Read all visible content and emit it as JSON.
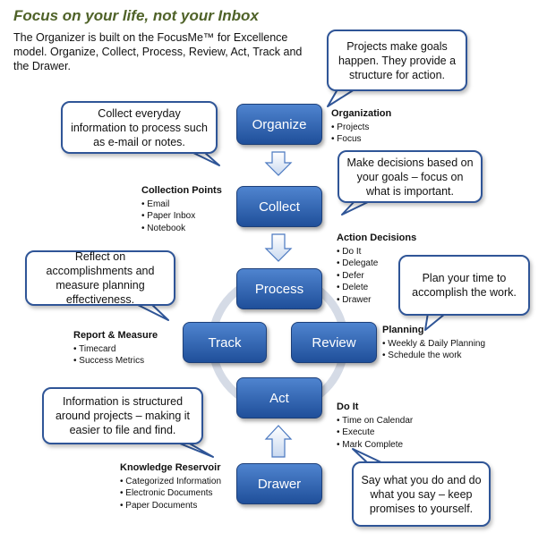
{
  "title": "Focus on your life, not your Inbox",
  "intro": "The Organizer is built on the FocusMe™ for Excellence model.  Organize, Collect, Process, Review, Act, Track and the Drawer.",
  "boxes": {
    "organize": "Organize",
    "collect": "Collect",
    "process": "Process",
    "review": "Review",
    "track": "Track",
    "act": "Act",
    "drawer": "Drawer"
  },
  "labels": {
    "organization": {
      "heading": "Organization",
      "items": [
        "Projects",
        "Focus"
      ]
    },
    "collection_points": {
      "heading": "Collection Points",
      "items": [
        "Email",
        "Paper Inbox",
        "Notebook"
      ]
    },
    "action_decisions": {
      "heading": "Action Decisions",
      "items": [
        "Do It",
        "Delegate",
        "Defer",
        "Delete",
        "Drawer"
      ]
    },
    "planning": {
      "heading": "Planning",
      "items": [
        "Weekly & Daily Planning",
        "Schedule the work"
      ]
    },
    "report_measure": {
      "heading": "Report & Measure",
      "items": [
        "Timecard",
        "Success Metrics"
      ]
    },
    "do_it": {
      "heading": "Do It",
      "items": [
        "Time on Calendar",
        "Execute",
        "Mark Complete"
      ]
    },
    "knowledge_reservoir": {
      "heading": "Knowledge Reservoir",
      "items": [
        "Categorized Information",
        "Electronic Documents",
        "Paper Documents"
      ]
    }
  },
  "callouts": {
    "projects": "Projects make goals happen.  They provide a structure for action.",
    "collect": "Collect everyday information to process such as e-mail or notes.",
    "decisions": "Make decisions based on your goals – focus on what is important.",
    "reflect": "Reflect on accomplishments and measure planning effectiveness.",
    "plan": "Plan your time to accomplish the work.",
    "info": "Information is structured around projects – making it easier to file and find.",
    "say": "Say what you do and do what you say – keep promises to yourself."
  }
}
